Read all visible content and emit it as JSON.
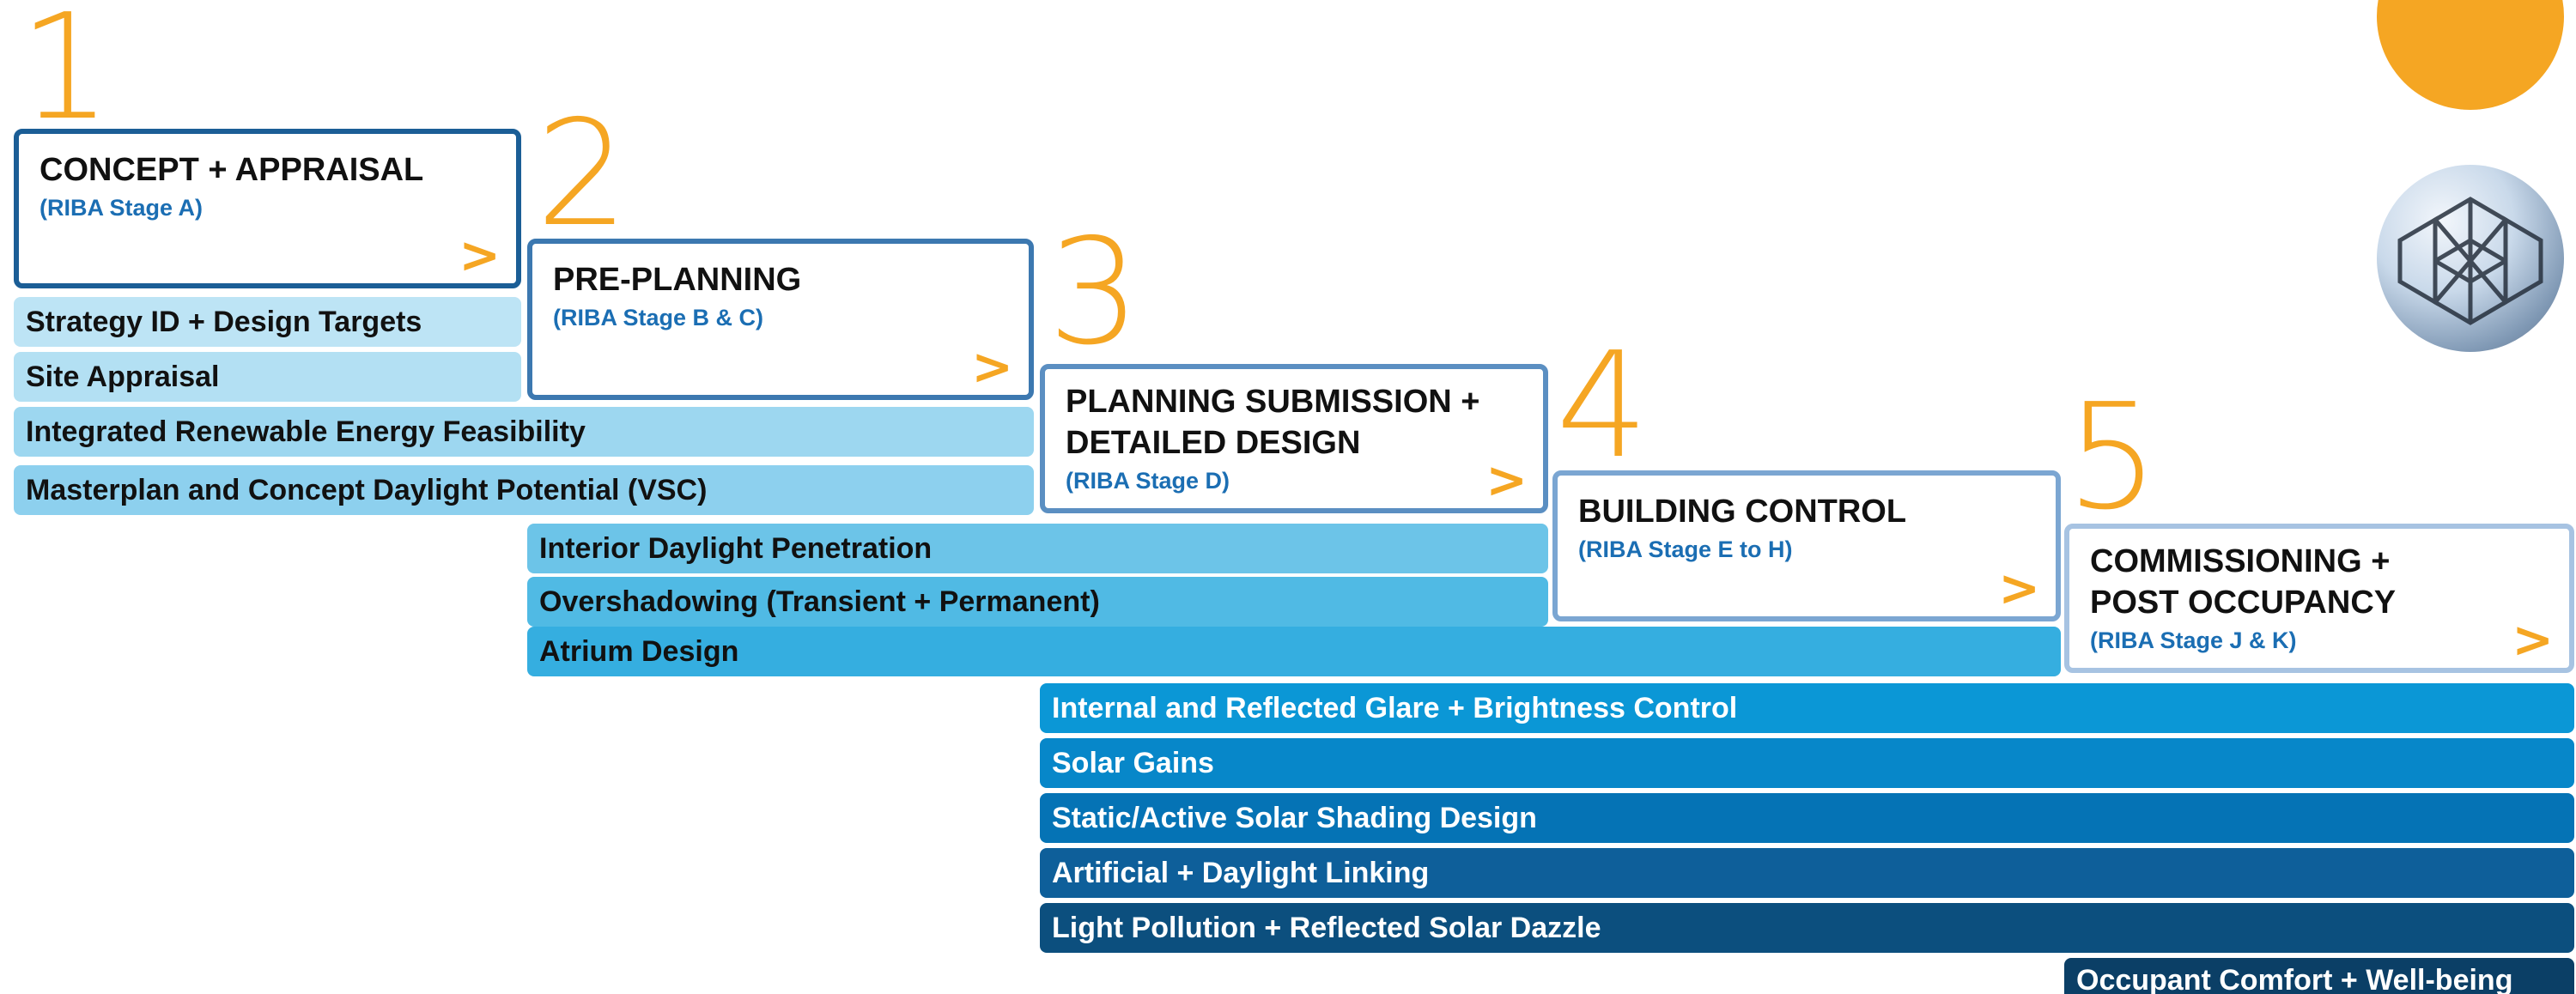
{
  "stages": [
    {
      "number": "1",
      "title": "CONCEPT + APPRAISAL",
      "subtitle": "(RIBA Stage A)",
      "arrow": ">",
      "border_color": "#1b5e96"
    },
    {
      "number": "2",
      "title": "PRE-PLANNING",
      "subtitle": "(RIBA Stage B & C)",
      "arrow": ">",
      "border_color": "#3c78b0"
    },
    {
      "number": "3",
      "title": "PLANNING SUBMISSION +\nDETAILED DESIGN",
      "subtitle": "(RIBA Stage D)",
      "arrow": ">",
      "border_color": "#5b8fc2"
    },
    {
      "number": "4",
      "title": "BUILDING CONTROL",
      "subtitle": "(RIBA Stage E to H)",
      "arrow": ">",
      "border_color": "#7ba6d2"
    },
    {
      "number": "5",
      "title": "COMMISSIONING +\nPOST OCCUPANCY",
      "subtitle": "(RIBA Stage J & K)",
      "arrow": ">",
      "border_color": "#a7c3e2"
    }
  ],
  "tasks": [
    {
      "label": "Strategy ID + Design Targets",
      "color": "#bde4f5"
    },
    {
      "label": "Site Appraisal",
      "color": "#b3e0f3"
    },
    {
      "label": "Integrated Renewable Energy Feasibility",
      "color": "#9dd7f0"
    },
    {
      "label": "Masterplan and Concept Daylight Potential (VSC)",
      "color": "#8dd0ee"
    },
    {
      "label": "Interior Daylight  Penetration",
      "color": "#6cc4e8"
    },
    {
      "label": "Overshadowing (Transient + Permanent)",
      "color": "#50bae4"
    },
    {
      "label": "Atrium Design",
      "color": "#35aee0"
    },
    {
      "label": "Internal and Reflected Glare + Brightness Control",
      "color": "#0b97d6"
    },
    {
      "label": "Solar Gains",
      "color": "#0787c9"
    },
    {
      "label": "Static/Active Solar Shading Design",
      "color": "#0573b5"
    },
    {
      "label": "Artificial + Daylight Linking",
      "color": "#0e5f9a"
    },
    {
      "label": "Light Pollution + Reflected Solar Dazzle",
      "color": "#0c4f7e"
    },
    {
      "label": "Occupant Comfort + Well-being",
      "color": "#0b3f66"
    }
  ]
}
